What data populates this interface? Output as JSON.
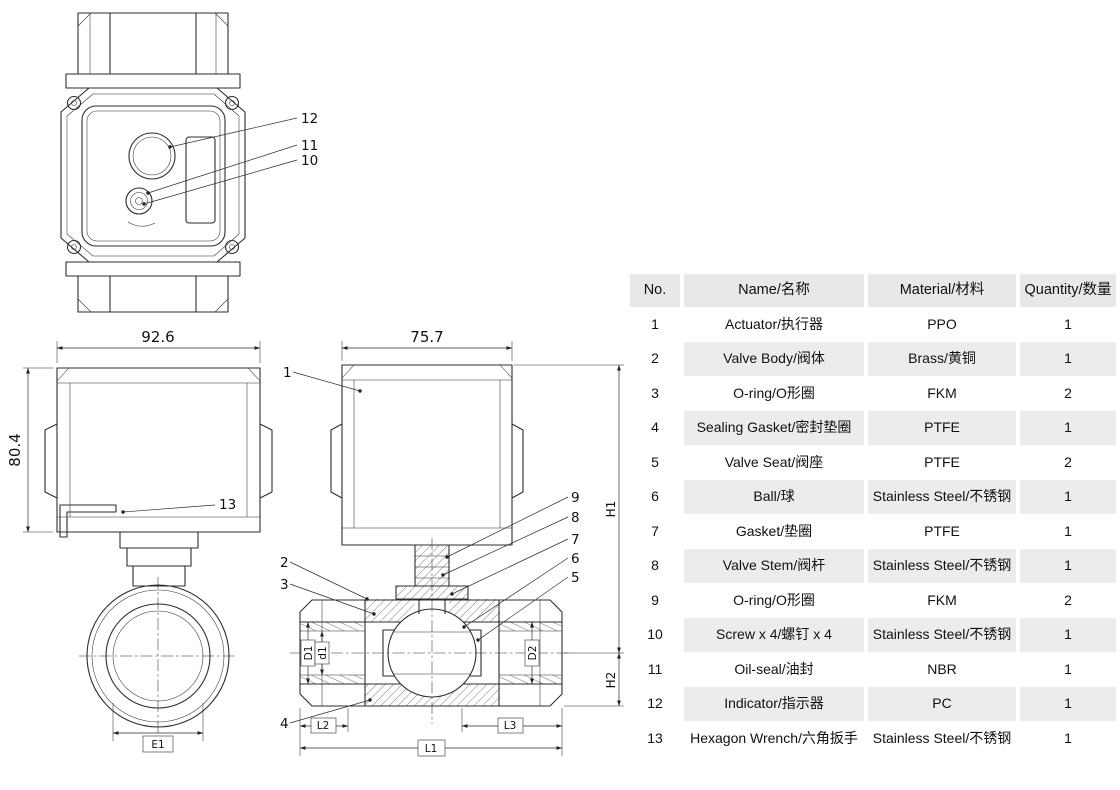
{
  "drawing": {
    "callouts": {
      "c1": "1",
      "c2": "2",
      "c3": "3",
      "c4": "4",
      "c5": "5",
      "c6": "6",
      "c7": "7",
      "c8": "8",
      "c9": "9",
      "c10": "10",
      "c11": "11",
      "c12": "12",
      "c13": "13"
    },
    "dims": {
      "side_width": "92.6",
      "side_height": "80.4",
      "section_width": "75.7",
      "e1": "E1",
      "h1": "H1",
      "h2": "H2",
      "l1": "L1",
      "l2": "L2",
      "l3": "L3",
      "d1": "D1",
      "d1_small": "d1",
      "d2": "D2"
    }
  },
  "table": {
    "headers": [
      "No.",
      "Name/名称",
      "Material/材料",
      "Quantity/数量"
    ],
    "rows": [
      {
        "no": "1",
        "name": "Actuator/执行器",
        "material": "PPO",
        "qty": "1"
      },
      {
        "no": "2",
        "name": "Valve Body/阀体",
        "material": "Brass/黄铜",
        "qty": "1"
      },
      {
        "no": "3",
        "name": "O-ring/O形圈",
        "material": "FKM",
        "qty": "2"
      },
      {
        "no": "4",
        "name": "Sealing Gasket/密封垫圈",
        "material": "PTFE",
        "qty": "1"
      },
      {
        "no": "5",
        "name": "Valve Seat/阀座",
        "material": "PTFE",
        "qty": "2"
      },
      {
        "no": "6",
        "name": "Ball/球",
        "material": "Stainless Steel/不锈钢",
        "qty": "1"
      },
      {
        "no": "7",
        "name": "Gasket/垫圈",
        "material": "PTFE",
        "qty": "1"
      },
      {
        "no": "8",
        "name": "Valve Stem/阀杆",
        "material": "Stainless Steel/不锈钢",
        "qty": "1"
      },
      {
        "no": "9",
        "name": "O-ring/O形圈",
        "material": "FKM",
        "qty": "2"
      },
      {
        "no": "10",
        "name": "Screw x 4/螺钉 x 4",
        "material": "Stainless Steel/不锈钢",
        "qty": "1"
      },
      {
        "no": "11",
        "name": "Oil-seal/油封",
        "material": "NBR",
        "qty": "1"
      },
      {
        "no": "12",
        "name": "Indicator/指示器",
        "material": "PC",
        "qty": "1"
      },
      {
        "no": "13",
        "name": "Hexagon Wrench/六角扳手",
        "material": "Stainless Steel/不锈钢",
        "qty": "1"
      }
    ],
    "colors": {
      "header_bg": "#e8e8e8",
      "row_alt_bg": "#ececec"
    }
  }
}
